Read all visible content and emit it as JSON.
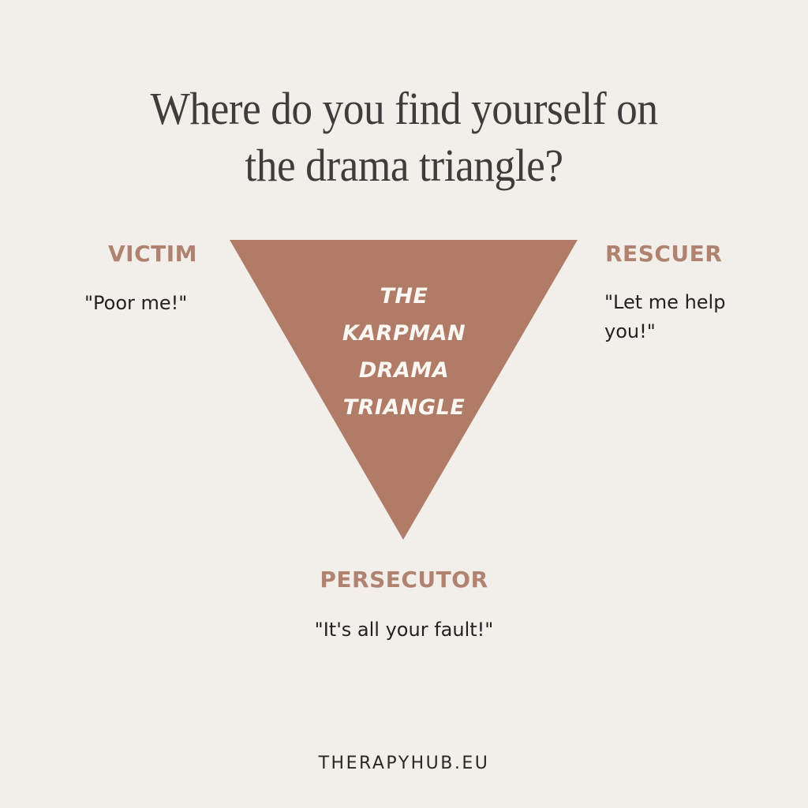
{
  "title": {
    "line1": "Where do you find yourself on",
    "line2": "the drama triangle?"
  },
  "triangle": {
    "fill_color": "#b07c68",
    "label_lines": [
      "THE",
      "KARPMAN",
      "DRAMA",
      "TRIANGLE"
    ]
  },
  "roles": {
    "victim": {
      "heading": "VICTIM",
      "quote": "\"Poor me!\""
    },
    "rescuer": {
      "heading": "RESCUER",
      "quote": "\"Let me help you!\""
    },
    "persecutor": {
      "heading": "PERSECUTOR",
      "quote": "\"It's all your fault!\""
    }
  },
  "colors": {
    "background": "#f2eeea",
    "accent": "#b08270",
    "text": "#222222"
  },
  "footer": {
    "website": "THERAPYHUB.EU"
  }
}
